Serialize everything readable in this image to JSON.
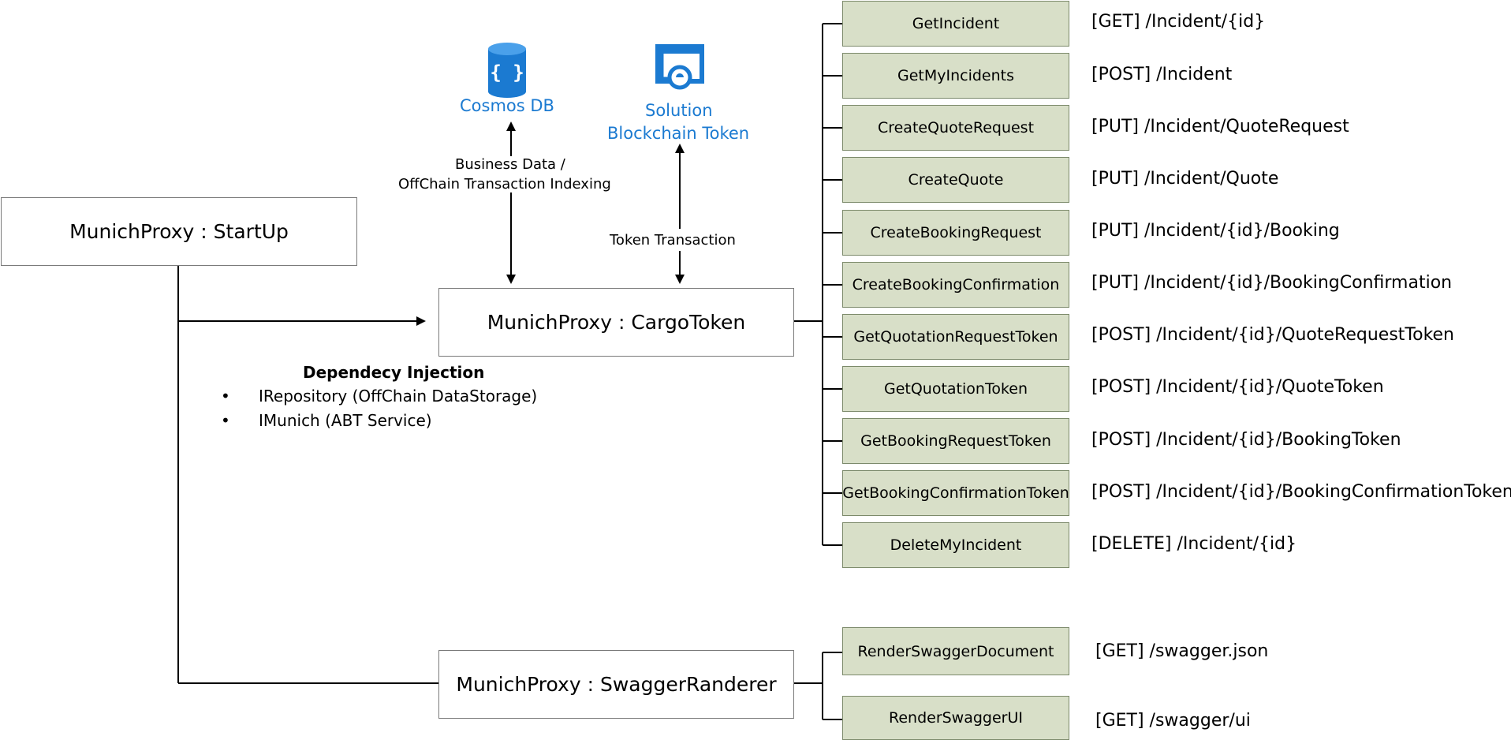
{
  "startup_box": {
    "label": "MunichProxy : StartUp"
  },
  "cargotoken_box": {
    "label": "MunichProxy : CargoToken"
  },
  "swagger_box": {
    "label": "MunichProxy : SwaggerRanderer"
  },
  "cosmos": {
    "label": "Cosmos DB",
    "icon": "cosmos-db-icon",
    "color": "#1b7ad1"
  },
  "blockchain": {
    "line1": "Solution",
    "line2": "Blockchain Token",
    "icon": "blockchain-token-icon",
    "color": "#1b7ad1"
  },
  "business_data": {
    "line1": "Business Data /",
    "line2": "OffChain Transaction Indexing"
  },
  "token_transaction": {
    "label": "Token Transaction"
  },
  "dependency_injection": {
    "title": "Dependecy Injection",
    "items": [
      "IRepository (OffChain DataStorage)",
      "IMunich (ABT Service)"
    ]
  },
  "endpoints": [
    {
      "name": "GetIncident",
      "route": "[GET]  /Incident/{id}"
    },
    {
      "name": "GetMyIncidents",
      "route": "[POST]  /Incident"
    },
    {
      "name": "CreateQuoteRequest",
      "route": "[PUT]  /Incident/QuoteRequest"
    },
    {
      "name": "CreateQuote",
      "route": "[PUT]  /Incident/Quote"
    },
    {
      "name": "CreateBookingRequest",
      "route": "[PUT]  /Incident/{id}/Booking"
    },
    {
      "name": "CreateBookingConfirmation",
      "route": "[PUT]  /Incident/{id}/BookingConfirmation"
    },
    {
      "name": "GetQuotationRequestToken",
      "route": "[POST]  /Incident/{id}/QuoteRequestToken"
    },
    {
      "name": "GetQuotationToken",
      "route": "[POST]  /Incident/{id}/QuoteToken"
    },
    {
      "name": "GetBookingRequestToken",
      "route": "[POST]  /Incident/{id}/BookingToken"
    },
    {
      "name": "GetBookingConfirmationToken",
      "route": "[POST]  /Incident/{id}/BookingConfirmationToken"
    },
    {
      "name": "DeleteMyIncident",
      "route": "[DELETE]  /Incident/{id}"
    }
  ],
  "swagger_endpoints": [
    {
      "name": "RenderSwaggerDocument",
      "route": "[GET]  /swagger.json"
    },
    {
      "name": "RenderSwaggerUI",
      "route": "[GET]  /swagger/ui"
    }
  ]
}
